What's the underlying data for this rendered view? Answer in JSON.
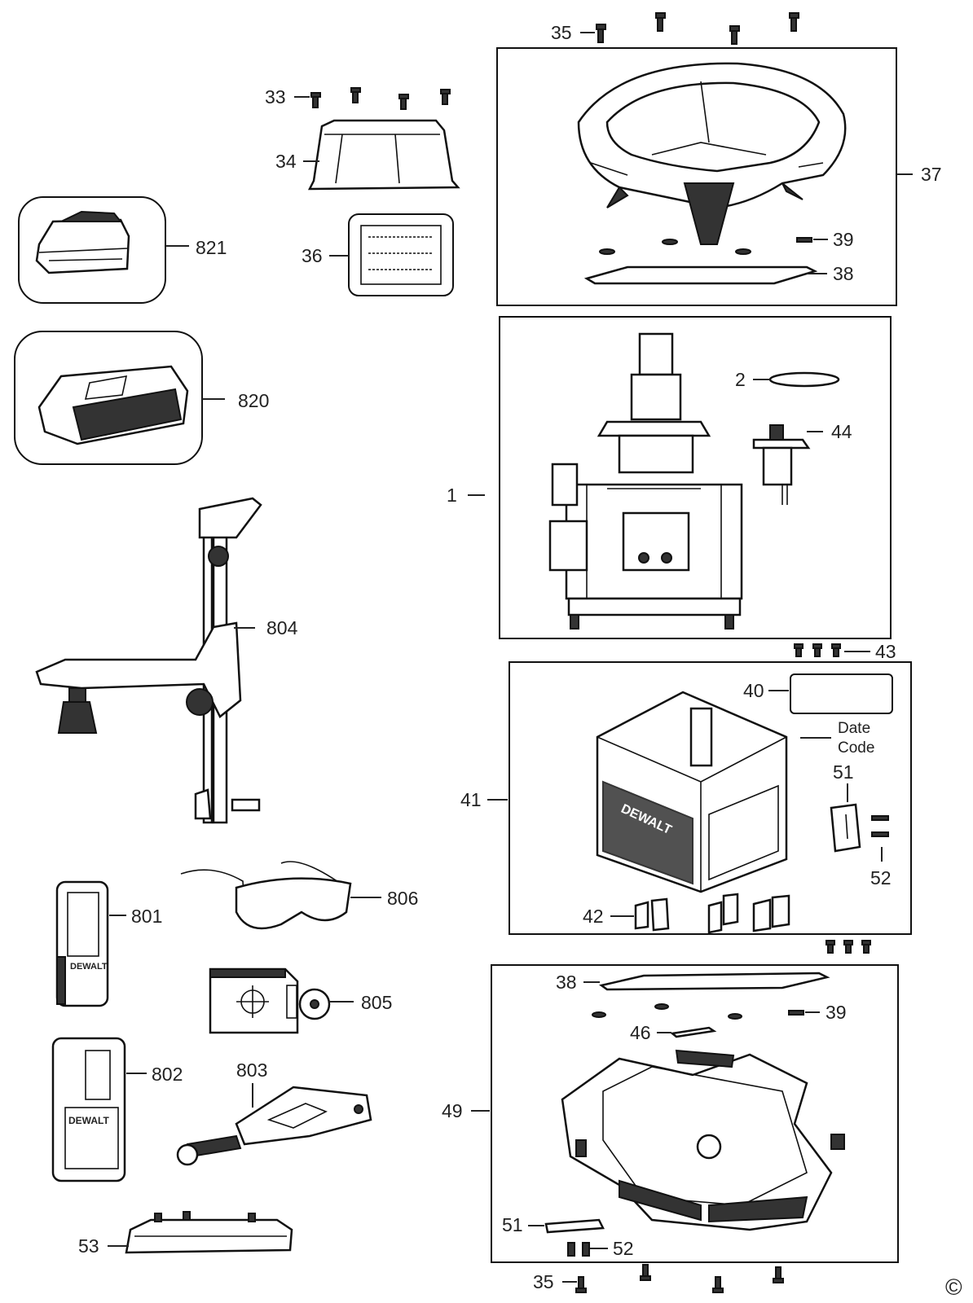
{
  "callouts": {
    "c1": "1",
    "c2": "2",
    "c33": "33",
    "c34": "34",
    "c35_top": "35",
    "c35_bottom": "35",
    "c36": "36",
    "c37": "37",
    "c38_top": "38",
    "c38_bottom": "38",
    "c39_top": "39",
    "c39_bottom": "39",
    "c40": "40",
    "c41": "41",
    "c42": "42",
    "c43": "43",
    "c44": "44",
    "c46": "46",
    "c49": "49",
    "c51_right": "51",
    "c51_bottom": "51",
    "c52_right": "52",
    "c52_bottom": "52",
    "c53": "53",
    "c801": "801",
    "c802": "802",
    "c803": "803",
    "c804": "804",
    "c805": "805",
    "c806": "806",
    "c820": "820",
    "c821": "821"
  },
  "date_code": {
    "line1": "Date",
    "line2": "Code"
  },
  "brand": {
    "logo": "DEWALT"
  },
  "copyright": "©",
  "colors": {
    "ink": "#111111",
    "background": "#ffffff"
  }
}
